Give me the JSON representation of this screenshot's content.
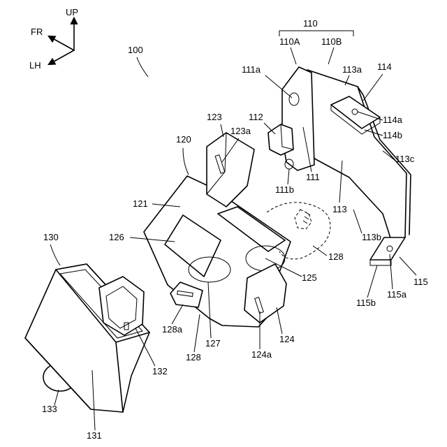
{
  "directions": {
    "up": "UP",
    "front": "FR",
    "left": "LH"
  },
  "labels": {
    "assembly": "100",
    "bracket": "110",
    "bracket_a": "110A",
    "bracket_b": "110B",
    "b111": "111",
    "b111a": "111a",
    "b111b": "111b",
    "b112": "112",
    "b113": "113",
    "b113a": "113a",
    "b113b": "113b",
    "b113c": "113c",
    "b114": "114",
    "b114a": "114a",
    "b114b": "114b",
    "b115": "115",
    "b115a": "115a",
    "b115b": "115b",
    "holder": "120",
    "h121": "121",
    "h123": "123",
    "h123a": "123a",
    "h124": "124",
    "h124a": "124a",
    "h125": "125",
    "h126": "126",
    "h127": "127",
    "h128": "128",
    "h128a": "128a",
    "h128_tab": "128",
    "unit": "130",
    "u131": "131",
    "u132": "132",
    "u133": "133"
  }
}
